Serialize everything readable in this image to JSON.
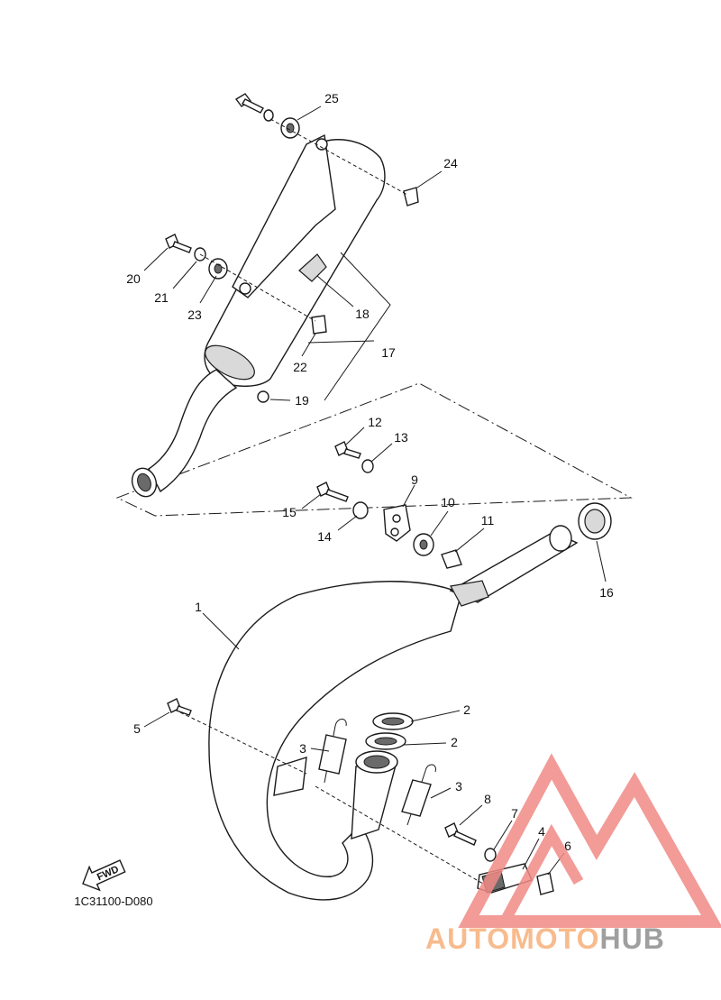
{
  "diagram": {
    "callouts": [
      "1",
      "2",
      "2",
      "3",
      "3",
      "4",
      "5",
      "6",
      "7",
      "8",
      "9",
      "10",
      "11",
      "12",
      "13",
      "14",
      "15",
      "16",
      "17",
      "18",
      "19",
      "20",
      "21",
      "22",
      "23",
      "24",
      "25"
    ],
    "drawing_code": "1C31100-D080",
    "fwd_label": "FWD"
  },
  "watermark": {
    "text_part1": "AUTOMOTO",
    "text_part2": "HUB",
    "colors": {
      "logo": "#f08a86",
      "text_part1": "#f7b07a",
      "text_part2": "#8f8f8f"
    }
  }
}
